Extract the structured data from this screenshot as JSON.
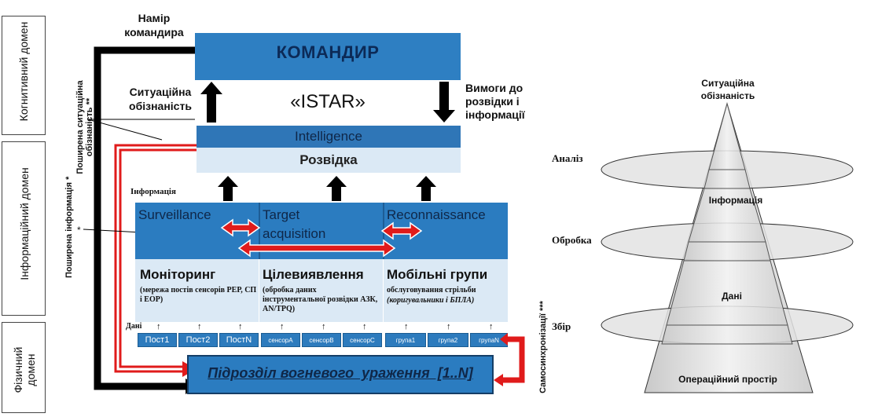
{
  "domains": {
    "cognitive": "Когнитивний домен",
    "informational": "Інформаційний домен",
    "physical": "Фізичний домен"
  },
  "commander_intent": "Намір командира",
  "commander": "КОМАНДИР",
  "istar": "«ISTAR»",
  "situational_awareness": "Ситуаційна обізнаність",
  "requirements": "Вимоги до розвідки і інформації",
  "intelligence": "Intelligence",
  "razvidka": "Розвідка",
  "information_label": "Інформація",
  "shared_situational": "Поширена ситуаційна обізнаність **",
  "shared_info": "Поширена інформація *",
  "star1": "*",
  "isr": {
    "surveillance": "Surveillance",
    "target_1": "Target",
    "target_2": "acquisition",
    "reconnaissance": "Reconnaissance"
  },
  "columns": {
    "monitoring": {
      "title": "Моніторинг",
      "desc": "(мережа постів сенсорів РЕР, СП і ЕОР)"
    },
    "targeting": {
      "title": "Цілевиявлення",
      "desc": "(обробка даних інструментальної розвідки АЗК, AN/TPQ)"
    },
    "mobile": {
      "title": "Мобільні групи",
      "desc1": "обслуговування стрільби",
      "desc2": "(коригувальники і БПЛА)"
    }
  },
  "data_label": "Дані",
  "posts": [
    "Пост1",
    "Пост2",
    "ПостN"
  ],
  "sensors": [
    "сенсорА",
    "сенсорВ",
    "сенсорС"
  ],
  "groups": [
    "група1",
    "група2",
    "групаN"
  ],
  "self_sync": "Самосинхронізації ***",
  "fire_unit": "Підрозділ вогневого  ураження  [1..N]",
  "pyramid": {
    "top": "Ситуаційна обізнаність",
    "analysis": "Аналіз",
    "information": "Інформація",
    "processing": "Обробка",
    "data": "Дані",
    "collection": "Збір",
    "operational_space": "Операційний простір"
  }
}
